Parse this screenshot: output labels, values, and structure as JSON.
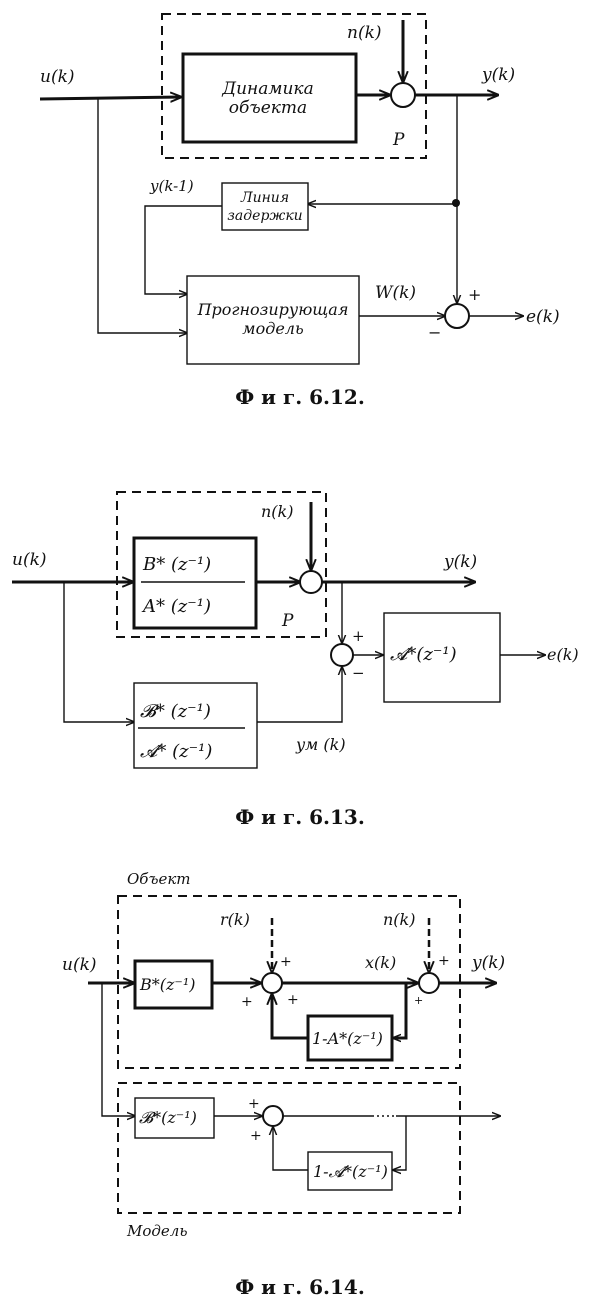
{
  "fig612": {
    "caption": "Ф и г.  6.12.",
    "input": "u(k)",
    "noise": "n(k)",
    "output": "y(k)",
    "plant_label": "P",
    "plant_block": [
      "Динамика",
      "объекта"
    ],
    "delay_block": [
      "Линия",
      "задержки"
    ],
    "delayed": "y(k-1)",
    "model_block": [
      "Прогнозирующая",
      "модель"
    ],
    "model_out": "W(k)",
    "error": "e(k)",
    "plus": "+",
    "minus": "−"
  },
  "fig613": {
    "caption": "Ф и г.  6.13.",
    "input": "u(k)",
    "noise": "n(k)",
    "output": "y(k)",
    "plant_label": "P",
    "plant_num": "B* (z⁻¹)",
    "plant_den": "A* (z⁻¹)",
    "model_num": "𝓑* (z⁻¹)",
    "model_den": "𝓐* (z⁻¹)",
    "model_out": "yм (k)",
    "filter_block": "𝓐*(z⁻¹)",
    "error": "e(k)",
    "plus": "+",
    "minus": "−"
  },
  "fig614": {
    "caption": "Ф и г.  6.14.",
    "object_label": "Объект",
    "model_label": "Модель",
    "input": "u(k)",
    "disturbance": "r(k)",
    "noise": "n(k)",
    "state": "x(k)",
    "output": "y(k)",
    "plant_b": "B*(z⁻¹)",
    "plant_fb": "1-A*(z⁻¹)",
    "model_b": "𝓑*(z⁻¹)",
    "model_fb": "1-𝓐*(z⁻¹)",
    "plus": "+"
  }
}
